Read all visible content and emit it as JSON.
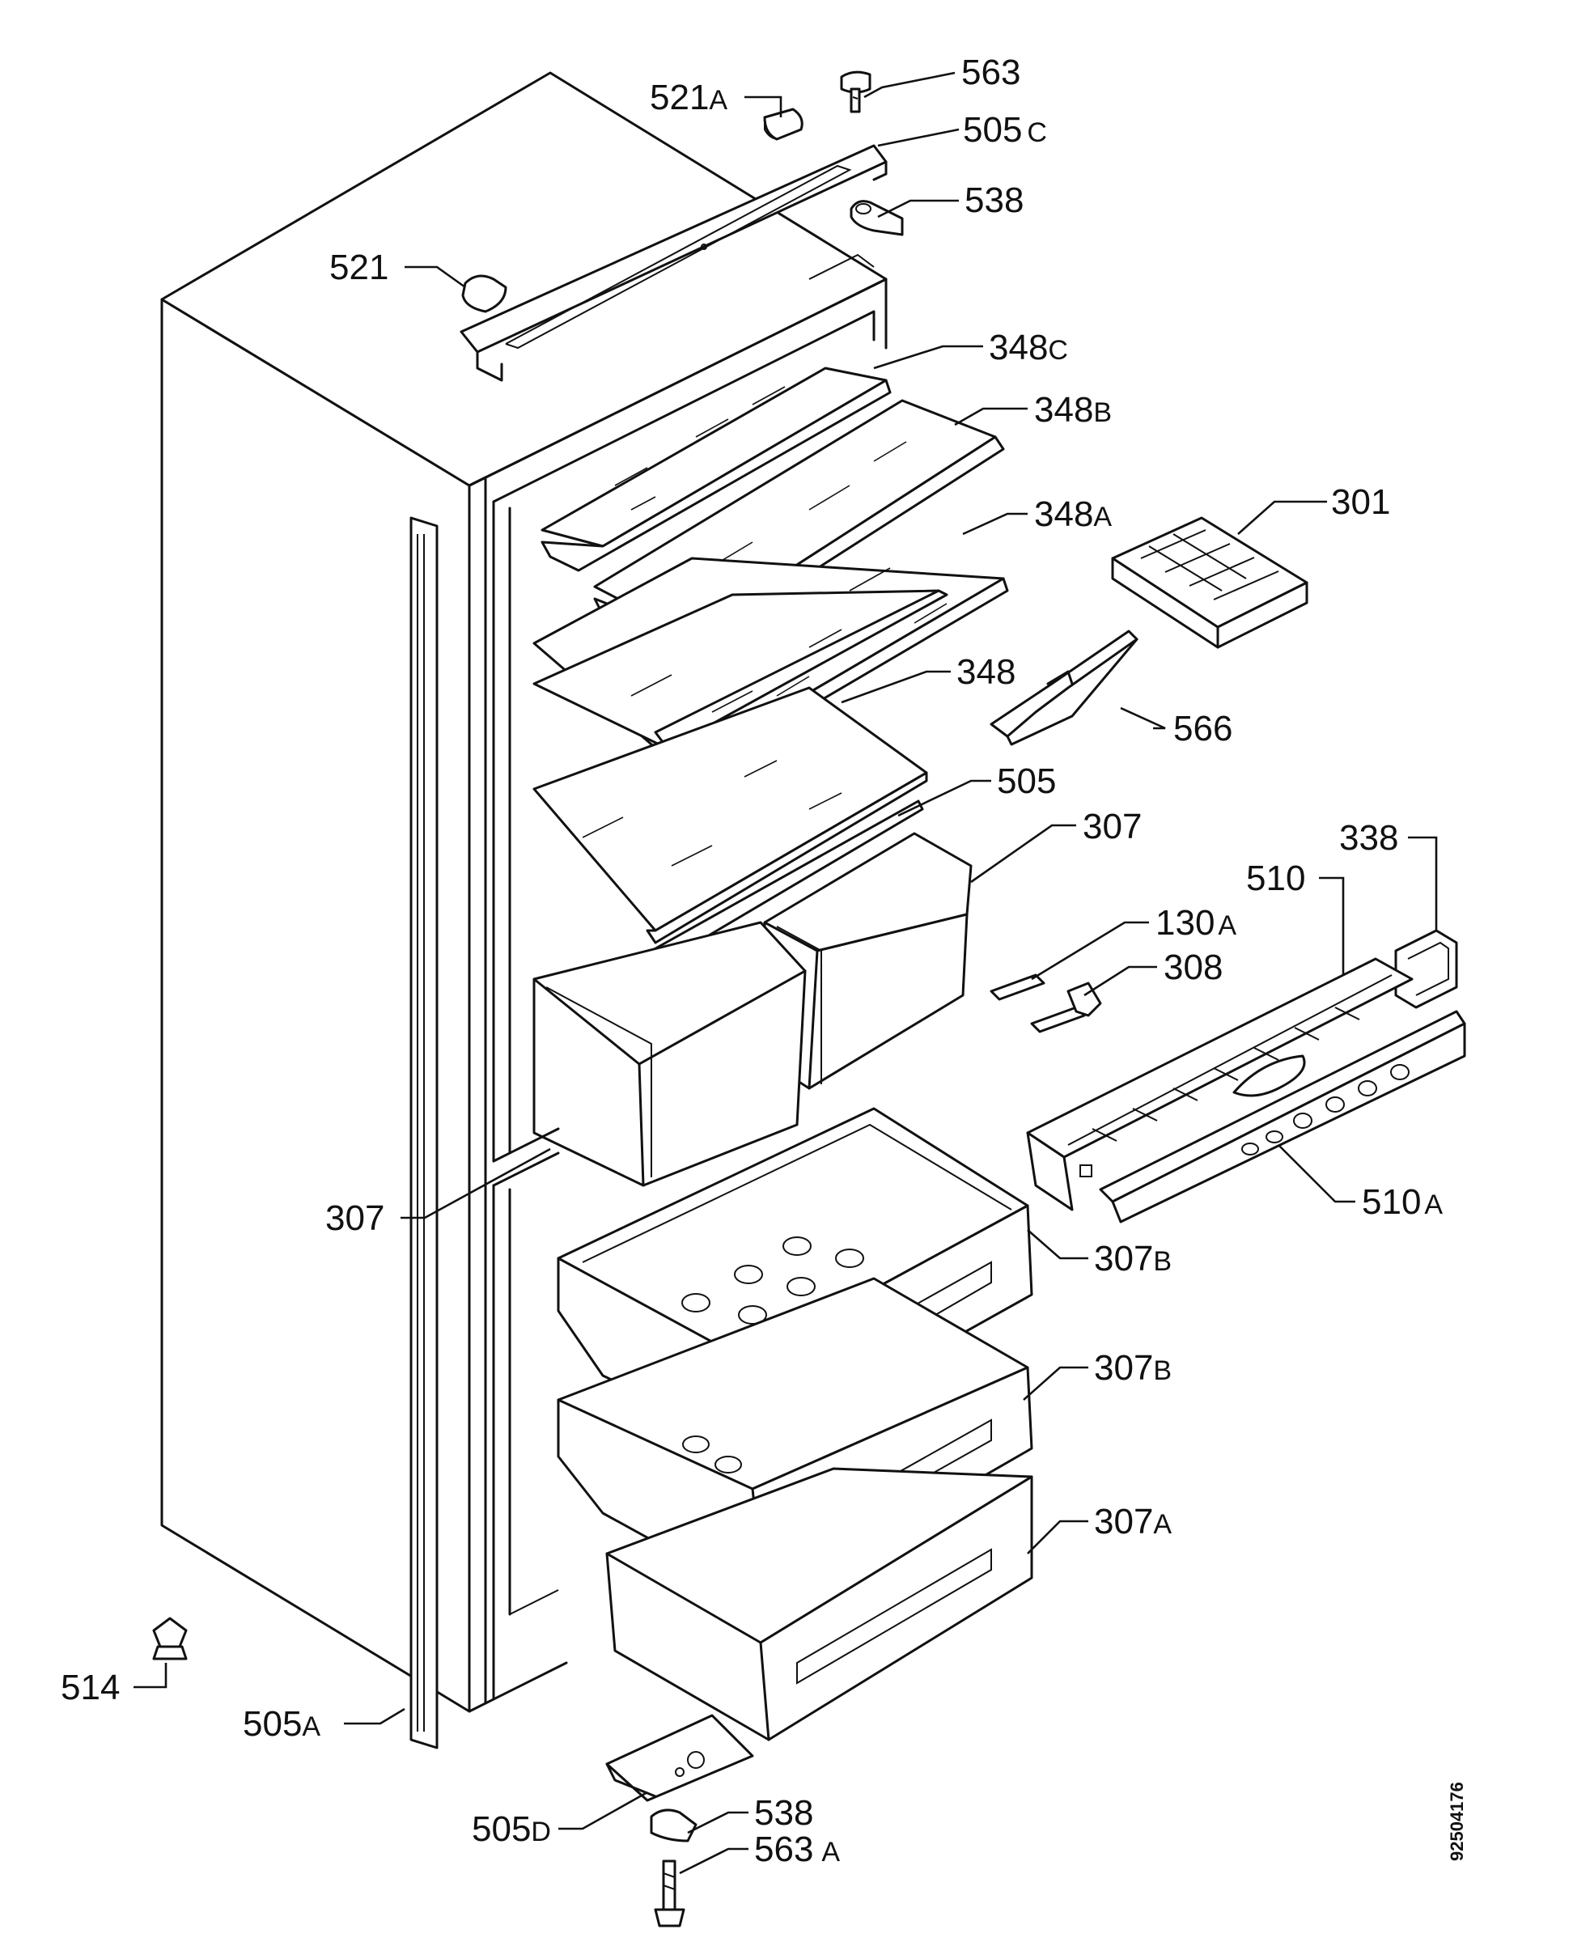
{
  "labels": {
    "p563": "563",
    "p521A": {
      "num": "521",
      "suf": "A"
    },
    "p505C": {
      "num": "505",
      "suf": "C"
    },
    "p538_top": "538",
    "p521": "521",
    "p348C": {
      "num": "348",
      "suf": "C"
    },
    "p348B": {
      "num": "348",
      "suf": "B"
    },
    "p348A": {
      "num": "348",
      "suf": "A"
    },
    "p301": "301",
    "p348": "348",
    "p566": "566",
    "p505": "505",
    "p307_top": "307",
    "p338": "338",
    "p510": "510",
    "p130A": {
      "num": "130",
      "suf": "A"
    },
    "p308": "308",
    "p307_left": "307",
    "p510A": {
      "num": "510",
      "suf": "A"
    },
    "p307B_1": {
      "num": "307",
      "suf": "B"
    },
    "p307B_2": {
      "num": "307",
      "suf": "B"
    },
    "p307A": {
      "num": "307",
      "suf": "A"
    },
    "p514": "514",
    "p505A": {
      "num": "505",
      "suf": "A"
    },
    "p505D": {
      "num": "505",
      "suf": "D"
    },
    "p538_bottom": "538",
    "p563A": {
      "num": "563",
      "suf": "A"
    }
  },
  "drawing_code": "92504176"
}
